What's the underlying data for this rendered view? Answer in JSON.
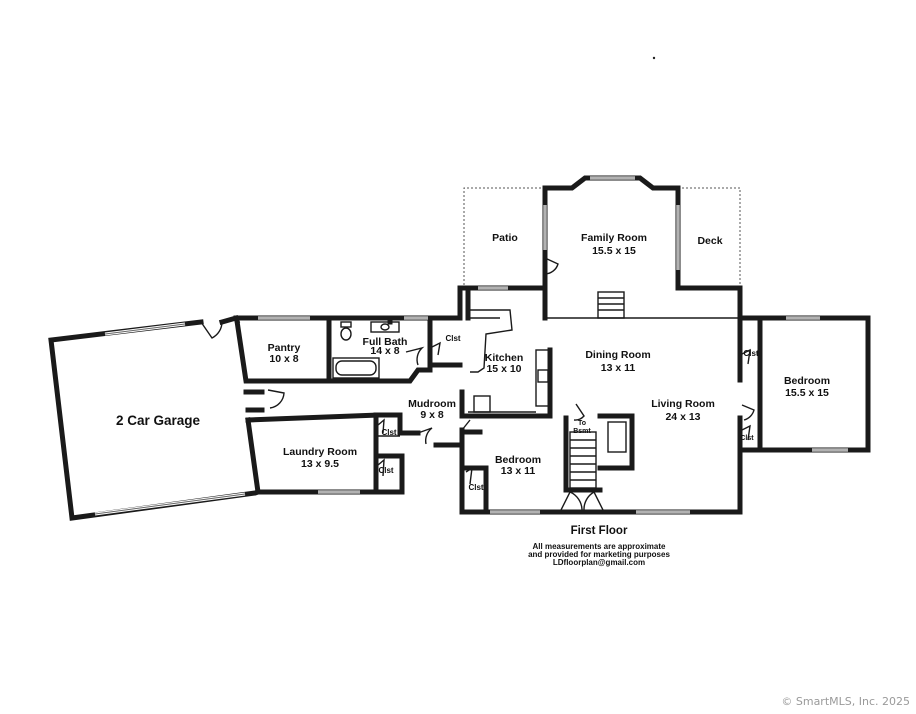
{
  "rooms": {
    "garage": {
      "name": "2 Car Garage"
    },
    "pantry": {
      "name": "Pantry",
      "size": "10 x 8"
    },
    "full_bath": {
      "name": "Full Bath",
      "size": "14 x 8"
    },
    "laundry": {
      "name": "Laundry Room",
      "size": "13 x 9.5"
    },
    "mudroom": {
      "name": "Mudroom",
      "size": "9 x 8"
    },
    "kitchen": {
      "name": "Kitchen",
      "size": "15 x 10"
    },
    "patio": {
      "name": "Patio"
    },
    "family_room": {
      "name": "Family Room",
      "size": "15.5 x 15"
    },
    "deck": {
      "name": "Deck"
    },
    "dining_room": {
      "name": "Dining Room",
      "size": "13 x 11"
    },
    "living_room": {
      "name": "Living Room",
      "size": "24 x 13"
    },
    "bedroom_right": {
      "name": "Bedroom",
      "size": "15.5 x 15"
    },
    "bedroom_front": {
      "name": "Bedroom",
      "size": "13 x 11"
    }
  },
  "closet_label": "Clst",
  "stairs_label_line1": "To",
  "stairs_label_line2": "Bsmt",
  "floor_title": "First Floor",
  "notes": {
    "line1": "All measurements are approximate",
    "line2": "and provided for marketing purposes",
    "email": "LDfloorplan@gmail.com"
  },
  "copyright": "© SmartMLS, Inc.  2025"
}
